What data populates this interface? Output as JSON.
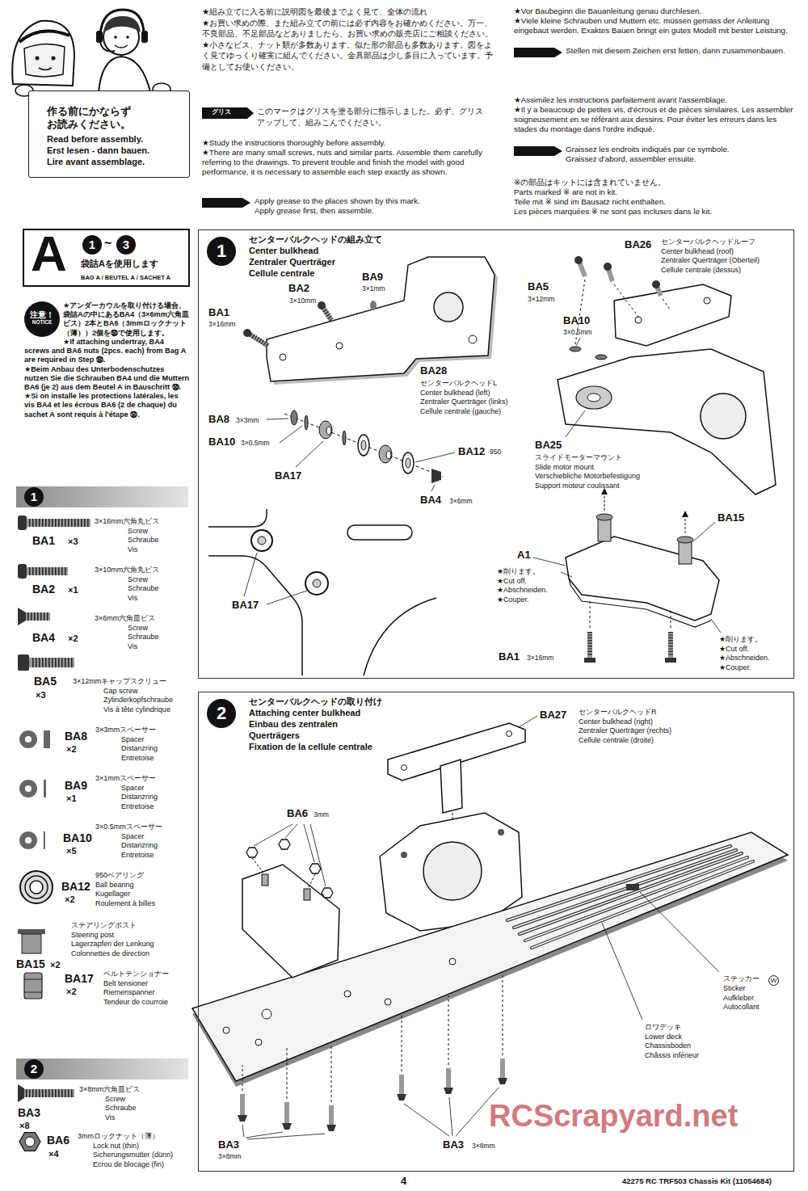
{
  "diagram": {
    "nodes": [
      {
        "text": [
          "作る前にかならず お読みください。",
          "Read before assembly.",
          "Erst lesen - dann bauen.",
          "Lire avant assemblage."
        ]
      },
      {
        "text": [
          "A",
          "1",
          "~",
          "3",
          "袋詰Aを使用します",
          "BAG A / BEUTEL A / SACHET A"
        ]
      },
      {
        "text": [
          "注意！",
          "NOTICE"
        ]
      },
      {
        "text": [
          "1"
        ]
      },
      {
        "text": [
          "2"
        ]
      },
      {
        "text": [
          "1",
          "センターバルクヘッドの組み立て",
          "Center bulkhead",
          "Zentraler Querträger",
          "Cellule centrale"
        ]
      },
      {
        "text": [
          "2",
          "センターバルクヘッドの取り付け",
          "Attaching center bulkhead",
          "Einbau des zentralen Querträgers",
          "Fixation de la cellule centrale"
        ]
      }
    ],
    "labels": [
      "★組み立てに入る前に説明図を最後までよく見て、全体の流れ",
      "★お買い求めの際、また組み立ての前には必ず内容をお確かめください。万一、不良部品、不足部品などありましたら、お買い求めの販売店にご相談ください。",
      "★小さなビス、ナット類が多数あります。似た形の部品も多数あります。図をよく見てゆっくり確実に組んでください。金具部品は少し多目に入っています。予備としてお使いください。",
      "グリス",
      "このマークはグリスを塗る部分に指示しました。必ず、グリスアップして、組みこんでください。",
      "★Study the instructions thoroughly before assembly.",
      "★There are many small screws, nuts and similar parts. Assemble them carefully referring to the drawings. To prevent trouble and finish the model with good performance, it is necessary to assemble each step exactly as shown.",
      "Apply grease to the places shown by this mark.",
      "Apply grease first, then assemble.",
      "★Vor Baubeginn die Bauanleitung genau durchlesen.",
      "★Viele kleine Schrauben und Muttern etc. müssen gemäss der Anleitung eingebaut werden. Exaktes Bauen bringt ein gutes Modell mit bester Leistung.",
      "Stellen mit diesem Zeichen erst fetten, dann zusammenbauen.",
      "★Assimilez les instructions parfaitement avant l'assemblage.",
      "★Il y a beaucoup de petites vis, d'écrous et de pièces similaires. Les assembler soigneusement en se référant aux dessins. Pour éviter les erreurs dans les stades du montage dans l'ordre indiqué.",
      "Graissez les endroits indiqués par ce symbole.",
      "Graissez d'abord, assembler ensuite.",
      "※の部品はキットには含まれていません。",
      "Parts marked ※ are not in kit.",
      "Teile mit ※ sind im Bausatz nicht enthalten.",
      "Les pièces marquées ※ ne sont pas incluses dans le kit.",
      "★アンダーカウルを取り付ける場合、袋詰Aの中にあるBA4（3×6mm六角皿ビス）2本とBA6（3mmロックナット（薄））2個を㊿で使用します。",
      "★If attaching undertray, BA4 screws and BA6 nuts (2pcs. each) from Bag A are required in Step ㊿.",
      "★Beim Anbau des Unterbodenschutzes nutzen Sie die Schrauben BA4 und die Muttern BA6 (je 2) aus dem Beutel A in Bauschritt ㊿.",
      "★Si on installe les protections latérales, les vis BA4 et les écrous BA6 (2 de chaque) du sachet A sont requis à l'étape ㊿.",
      "BA1",
      "×3",
      "3×16mm六角丸ビス",
      "Screw",
      "Schraube",
      "Vis",
      "BA2",
      "×1",
      "3×10mm六角丸ビス",
      "Screw",
      "Schraube",
      "Vis",
      "BA4",
      "×2",
      "3×6mm六角皿ビス",
      "Screw",
      "Schraube",
      "Vis",
      "BA5",
      "×3",
      "3×12mmキャップスクリュー",
      "Cap screw",
      "Zylinderkopfschraube",
      "Vis à tête cylindrique",
      "BA8",
      "×2",
      "3×3mmスペーサー",
      "Spacer",
      "Distanzring",
      "Entretoise",
      "BA9",
      "×1",
      "3×1mmスペーサー",
      "Spacer",
      "Distanzring",
      "Entretoise",
      "BA10",
      "×5",
      "3×0.5mmスペーサー",
      "Spacer",
      "Distanzring",
      "Entretoise",
      "BA12",
      "×2",
      "950ベアリング",
      "Ball bearing",
      "Kugellager",
      "Roulement à billes",
      "BA15",
      "×2",
      "ステアリングポスト",
      "Steering post",
      "Lagerzapfen der Lenkung",
      "Colonnettes de direction",
      "BA17",
      "×2",
      "ベルトテンショナー",
      "Belt tensioner",
      "Riemenspanner",
      "Tendeur de courroie",
      "BA3",
      "×8",
      "3×8mm六角皿ビス",
      "Screw",
      "Schraube",
      "Vis",
      "BA6",
      "×4",
      "3mmロックナット（薄）",
      "Lock nut (thin)",
      "Sicherungsmutter (dünn)",
      "Ecrou de blocage (fin)",
      "BA2",
      "3×10mm",
      "BA9",
      "3×1mm",
      "BA1",
      "3×16mm",
      "BA28",
      "センターバルクヘッドL",
      "Center bulkhead (left)",
      "Zentraler Querträger (links)",
      "Cellule centrale (gauche)",
      "BA8",
      "3×3mm",
      "BA10",
      "3×0.5mm",
      "BA17",
      "BA12",
      "950",
      "BA4",
      "3×6mm",
      "BA17",
      "BA26",
      "センターバルクヘッドルーフ",
      "Center bulkhead (roof)",
      "Zentraler Querträger (Oberteil)",
      "Cellule centrale (dessus)",
      "BA5",
      "3×12mm",
      "BA10",
      "3×0.5mm",
      "BA25",
      "スライドモーターマウント",
      "Slide motor mount",
      "Verschiebliche Motorbefestigung",
      "Support moteur coulissant",
      "BA15",
      "A1",
      "★削ります。",
      "★Cut off.",
      "★Abschneiden.",
      "★Couper.",
      "★削ります。",
      "★Cut off.",
      "★Abschneiden.",
      "★Couper.",
      "BA1",
      "3×16mm",
      "BA27",
      "センターバルクヘッドR",
      "Center bulkhead (right)",
      "Zentraler Querträger (rechts)",
      "Cellule centrale (droite)",
      "BA6",
      "3mm",
      "ステッカー",
      "W",
      "Sticker",
      "Aufkleber",
      "Autocollant",
      "ロワデッキ",
      "Lower deck",
      "Chassisboden",
      "Châssis inférieur",
      "BA3",
      "3×8mm",
      "BA3",
      "3×8mm",
      "RCScrapyard.net",
      "4",
      "42275 RC TRF503 Chassis Kit (11054684)"
    ]
  }
}
